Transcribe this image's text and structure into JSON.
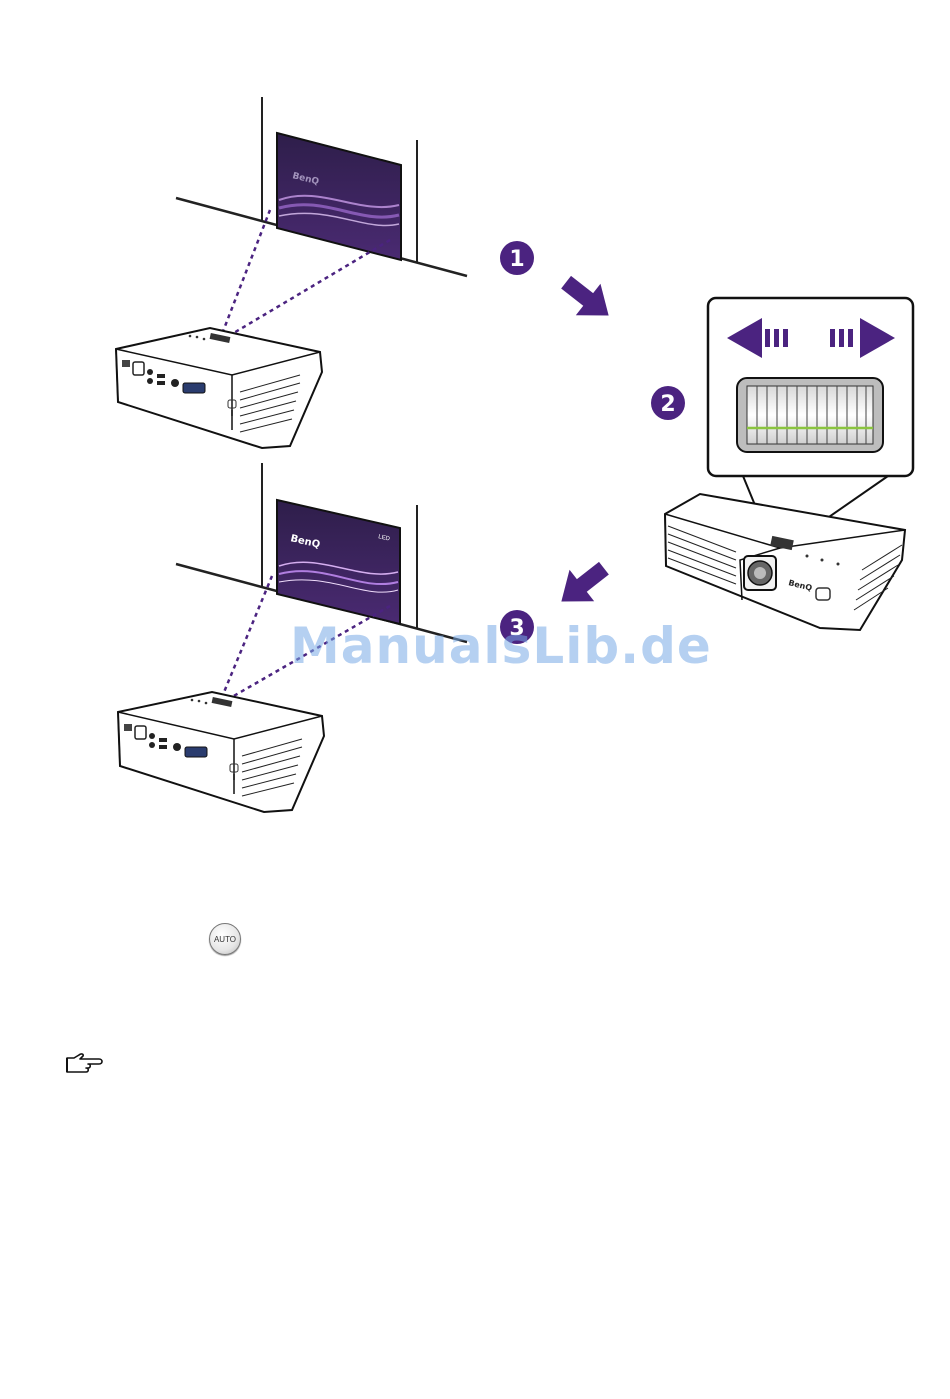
{
  "steps": {
    "one": "1",
    "two": "2",
    "three": "3"
  },
  "screen_brand": "BenQ",
  "projector_brand": "BenQ",
  "screen_badge": "LED",
  "auto_button": {
    "label": "AUTO"
  },
  "watermark": "ManualsLib.de",
  "colors": {
    "step_purple": "#4b2380",
    "arrow_purple": "#4b2380",
    "focus_green": "#8bc53f"
  }
}
